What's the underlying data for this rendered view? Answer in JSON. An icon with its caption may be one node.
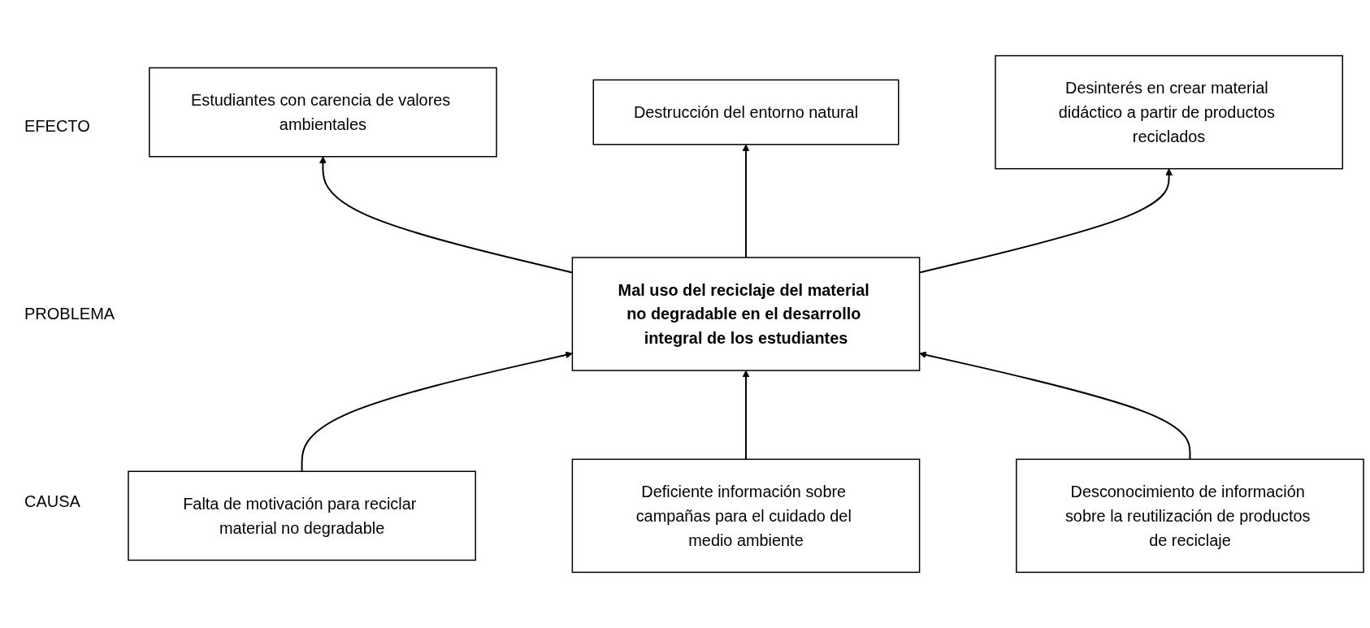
{
  "diagram": {
    "nodes": [
      {
        "text": [
          "Estudiantes con carencia de valores ambientales"
        ]
      },
      {
        "text": [
          "Destrucción del entorno natural"
        ]
      },
      {
        "text": [
          "Desinterés en crear material didáctico a partir de productos reciclados"
        ]
      },
      {
        "text": [
          "Mal uso del reciclaje del material no degradable en el desarrollo integral de los estudiantes"
        ]
      },
      {
        "text": [
          "Falta de motivación para reciclar material no degradable"
        ]
      },
      {
        "text": [
          "Deficiente información sobre campañas para el cuidado del medio ambiente"
        ]
      },
      {
        "text": [
          "Desconocimiento de información sobre la reutilización de productos de reciclaje"
        ]
      }
    ],
    "edges": [
      {
        "from": 3,
        "to": 0,
        "arrow": "to"
      },
      {
        "from": 3,
        "to": 1,
        "arrow": "to"
      },
      {
        "from": 3,
        "to": 2,
        "arrow": "to"
      },
      {
        "from": 4,
        "to": 3,
        "arrow": "to"
      },
      {
        "from": 5,
        "to": 3,
        "arrow": "to"
      },
      {
        "from": 6,
        "to": 3,
        "arrow": "to"
      }
    ],
    "labels": [
      "EFECTO",
      "PROBLEMA",
      "CAUSA"
    ]
  }
}
